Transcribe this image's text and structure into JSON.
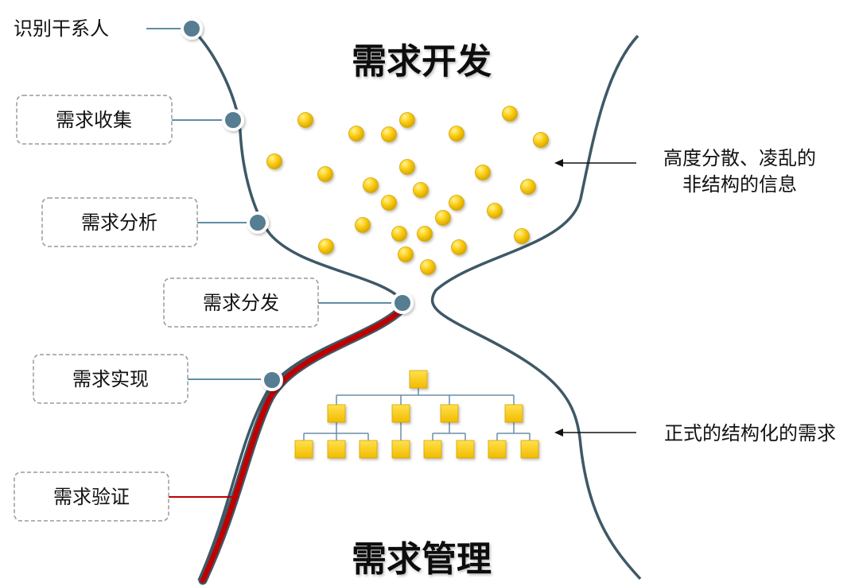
{
  "title_top": "需求开发",
  "title_bottom": "需求管理",
  "stages": [
    {
      "label": "识别干系人",
      "boxed": false
    },
    {
      "label": "需求收集",
      "boxed": true
    },
    {
      "label": "需求分析",
      "boxed": true
    },
    {
      "label": "需求分发",
      "boxed": true
    },
    {
      "label": "需求实现",
      "boxed": true
    },
    {
      "label": "需求验证",
      "boxed": true
    }
  ],
  "annotations": {
    "scattered": {
      "line1": "高度分散、凌乱的",
      "line2": "非结构的信息"
    },
    "structured": {
      "line1": "正式的结构化的需求"
    }
  },
  "colors": {
    "curve": "#3e5866",
    "dot_fill": "#567d91",
    "red_path": "#c00000",
    "yellow": "#ffc800",
    "yellow_edge": "#d4a600",
    "box_border": "#9a9a9a",
    "tree_line": "#6b8ea6"
  }
}
